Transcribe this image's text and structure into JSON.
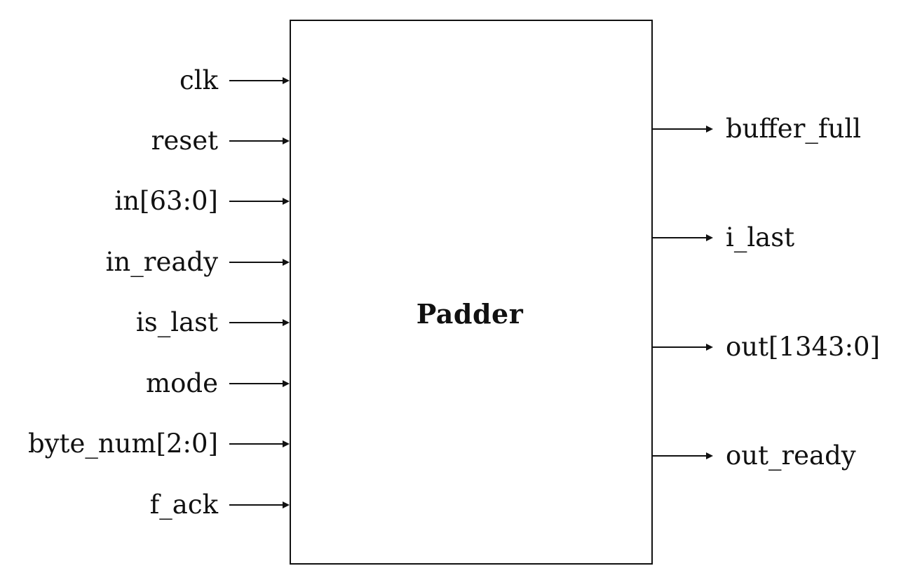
{
  "block": {
    "title": "Padder"
  },
  "inputs": [
    {
      "label": "clk"
    },
    {
      "label": "reset"
    },
    {
      "label": "in[63:0]"
    },
    {
      "label": "in_ready"
    },
    {
      "label": "is_last"
    },
    {
      "label": "mode"
    },
    {
      "label": "byte_num[2:0]"
    },
    {
      "label": "f_ack"
    }
  ],
  "outputs": [
    {
      "label": "buffer_full"
    },
    {
      "label": "i_last"
    },
    {
      "label": "out[1343:0]"
    },
    {
      "label": "out_ready"
    }
  ]
}
